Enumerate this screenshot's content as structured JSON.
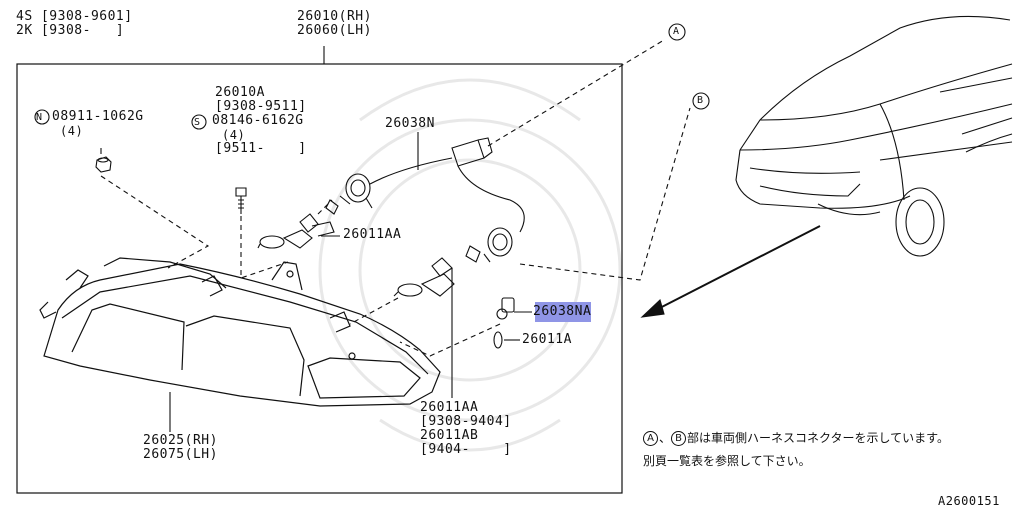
{
  "labels": {
    "variant_4s": "4S [9308-9601]",
    "variant_2k": "2K [9308-   ]",
    "part_rh": "26010(RH)",
    "part_lh": "26060(LH)",
    "nut_symbol": "N",
    "nut_number": "08911-1062G",
    "nut_qty": "(4)",
    "part_26010a": "26010A",
    "date_9308_9511": "[9308-9511]",
    "bolt_symbol": "S",
    "bolt_number": "08146-6162G",
    "bolt_qty": "(4)",
    "date_9511": "[9511-    ]",
    "harness": "26038N",
    "bulb_26011aa_top": "26011AA",
    "socket_26038na": "26038NA",
    "bulb_26011a": "26011A",
    "bulb_26011aa": "26011AA",
    "date_9308_9404": "[9308-9404]",
    "bulb_26011ab": "26011AB",
    "date_9404": "[9404-    ]",
    "lens_rh": "26025(RH)",
    "lens_lh": "26075(LH)",
    "callout_a": "A",
    "callout_b": "B",
    "figure_id": "A2600151"
  },
  "note": {
    "mark_a": "A",
    "mark_b": "B",
    "line1": "部は車両側ハーネスコネクターを示しています。",
    "line2": "別頁一覧表を参照して下さい。"
  }
}
